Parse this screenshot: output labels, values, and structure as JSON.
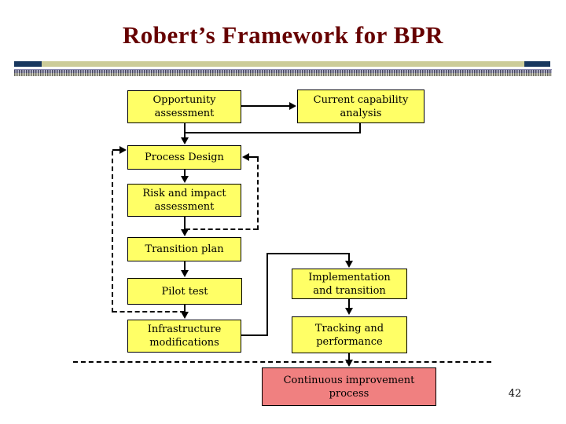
{
  "slide": {
    "title": "Robert’s Framework for BPR",
    "page_number": "42",
    "colors": {
      "title_text": "#660000",
      "node_fill": "#FFFF66",
      "highlight_node_fill": "#F08080",
      "divider_tan": "#CCCC99",
      "divider_navy": "#17375E",
      "connector": "#000000"
    }
  },
  "diagram": {
    "nodes": [
      {
        "id": "opportunity-assessment",
        "label": "Opportunity assessment"
      },
      {
        "id": "current-capability-analysis",
        "label": "Current capability analysis"
      },
      {
        "id": "process-design",
        "label": "Process Design"
      },
      {
        "id": "risk-and-impact-assessment",
        "label": "Risk and impact assessment"
      },
      {
        "id": "transition-plan",
        "label": "Transition plan"
      },
      {
        "id": "pilot-test",
        "label": "Pilot test"
      },
      {
        "id": "implementation-and-transition",
        "label": "Implementation and transition"
      },
      {
        "id": "infrastructure-modifications",
        "label": "Infrastructure modifications"
      },
      {
        "id": "tracking-and-performance",
        "label": "Tracking and performance"
      },
      {
        "id": "continuous-improvement-process",
        "label": "Continuous improvement process"
      }
    ]
  }
}
